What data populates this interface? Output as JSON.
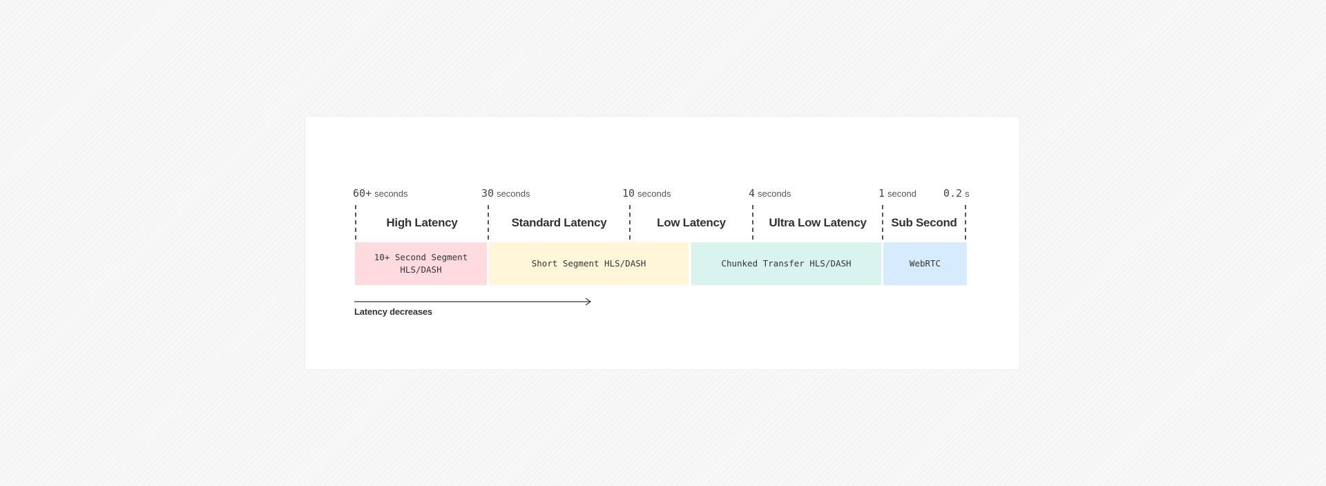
{
  "ticks": [
    {
      "num": "60+",
      "unit": "seconds"
    },
    {
      "num": "30",
      "unit": "seconds"
    },
    {
      "num": "10",
      "unit": "seconds"
    },
    {
      "num": "4",
      "unit": "seconds"
    },
    {
      "num": "1",
      "unit": "second"
    },
    {
      "num": "0.2",
      "unit": "s"
    }
  ],
  "categories": [
    {
      "label": "High Latency"
    },
    {
      "label": "Standard Latency"
    },
    {
      "label": "Low Latency"
    },
    {
      "label": "Ultra Low Latency"
    },
    {
      "label": "Sub Second"
    }
  ],
  "blocks": [
    {
      "label": "10+ Second Segment HLS/DASH",
      "color": "#ffdbe0"
    },
    {
      "label": "Short Segment HLS/DASH",
      "color": "#fff6d9"
    },
    {
      "label": "Chunked Transfer HLS/DASH",
      "color": "#d9f4ef"
    },
    {
      "label": "WebRTC",
      "color": "#d6ebfd"
    }
  ],
  "arrow_label": "Latency decreases"
}
